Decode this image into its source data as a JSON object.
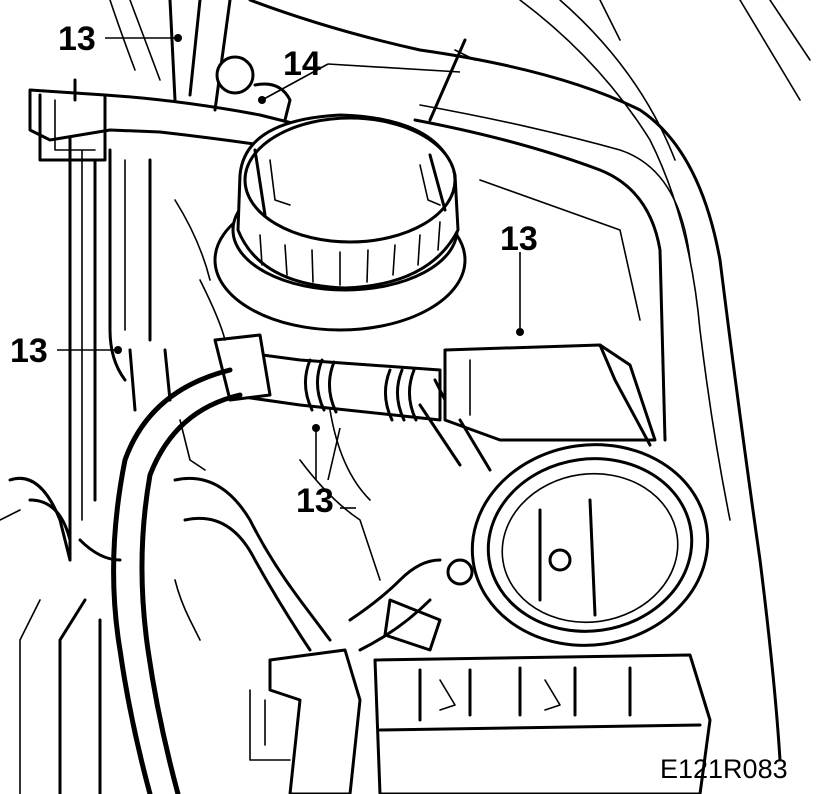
{
  "callouts": {
    "c1": "13",
    "c2": "14",
    "c3": "13",
    "c4": "13",
    "c5": "13"
  },
  "figure_code": "E121R083"
}
